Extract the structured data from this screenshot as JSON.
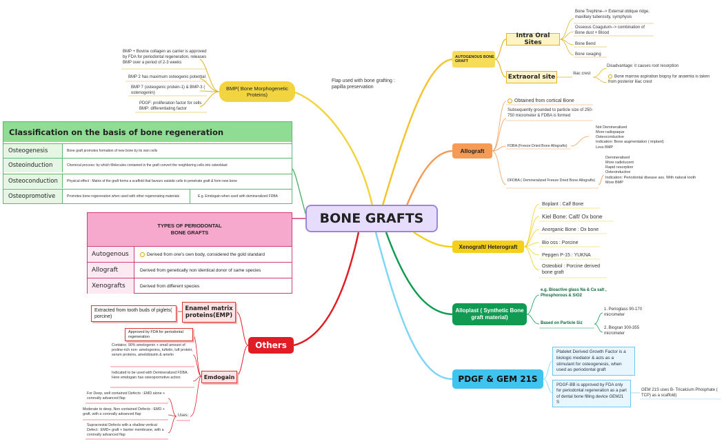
{
  "center": "BONE GRAFTS",
  "flap_note": "Flap used with bone grafting : papilla preservation",
  "bmp": {
    "title": "BMP( Bone Morphogenetic Proteins)",
    "items": [
      "BMP + Bovine collagen as carrier is approved by FDA for periodontal regeneration, releases BMP over a period of 2-3 weeks",
      "BMP 2 has maximum osteogenic potential",
      "BMP 7 (osteogenic protein-1) & BMP-3 ( ostenogenin)",
      "PDGF: proliferation factor for cells BMP: differentiating factor"
    ]
  },
  "classification": {
    "title": "Classification on the basis of bone regeneration",
    "rows": [
      {
        "label": "Osteogenesis",
        "desc": "Bone graft promotes formation of new bone by its own cells"
      },
      {
        "label": "Osteoinduction",
        "desc": "Chemical process: by which Molecules contained in the graft convert the neighboring cells into osteoblast"
      },
      {
        "label": "Osteoconduction",
        "desc": "Physical effect : Matrix of the graft forms a scaffold that favours outside cells to penetrate graft & form new bone"
      },
      {
        "label": "Osteopromotive",
        "desc": "Promotes bone regeneration when used with other regenerating materials",
        "extra": "E.g. Emdogain when used with demineralized FDBA"
      }
    ]
  },
  "types": {
    "title": "TYPES OF PERIODONTAL BONE GRAFTS",
    "rows": [
      {
        "label": "Autogenous",
        "desc": "Derived from one's own body, considered the gold standard"
      },
      {
        "label": "Allograft",
        "desc": "Derived from genetically non identical donor of same species"
      },
      {
        "label": "Xenografts",
        "desc": "Derived from different species"
      }
    ]
  },
  "others": {
    "title": "Others",
    "emp": {
      "title": "Enamel matrix proteins(EMP)",
      "note": "Extracted from tooth buds of piglets( porcine)"
    },
    "emdogain": {
      "title": "Emdogain",
      "items": [
        "Approved by FDA for periodontal regeneration",
        "Contains: 90% amelogenin + small amount of proline-rich non- amelogenins, tuftelin, tuft protein, serum proteins, ameloblastin & amelin",
        "Indicated to be used with Demineralized FDBA. Here emdogain has osteopromotive action"
      ],
      "uses_label": "Uses:",
      "uses": [
        "For Deep, well contained Defects : EMD alone + coronally advanced flap",
        "Moderate to deep, Non contained Defects : EMD + graft, with a coronally advanced flap",
        "Supracrestal Defects with a shallow vertical Defect : EMD+ graft + barrier membrane, with a coronally advanced flap"
      ]
    }
  },
  "autogenous": {
    "title": "AUTOGENOUS BONE GRAFT",
    "intra": {
      "title": "Intra Oral Sites",
      "items": [
        "Bone Trephine--> External oblique ridge, maxillary tuberosity, symphysis",
        "Osseous Coagulum--> combination of Bone dust + Blood",
        "Bone Bend",
        "Bone swaging"
      ]
    },
    "extra": {
      "title": "Extraoral site",
      "label": "Iliac crest",
      "items": [
        "Disadvantage: it causes root resorption",
        "Bone marrow aspiration biopsy for anaemia is taken from posterior iliac crest"
      ]
    }
  },
  "allograft": {
    "title": "Allograft",
    "obtained": "Obtained from cortical Bone",
    "ground": "Subsequently grounded to particle size of 250-750 micrometer & FDBA is formed",
    "fdba": {
      "label": "FDBA (Freeze Dried Bone Allografts)",
      "props": [
        "Not Demineralised",
        "More radiopaque",
        "Osteoconductive",
        "Indication: Bone augmentation ( implant)",
        "Less BMP"
      ]
    },
    "dfdba": {
      "label": "DFDBA ( Demineralized Freeze Dried Bone Allografts)",
      "props": [
        "Demineralised",
        "More radiolucent",
        "Rapid resorption",
        "Osteoinductive",
        "Indication: Periodontal disease ass. With natural tooth",
        "More BMP"
      ]
    }
  },
  "xenograft": {
    "title": "Xenograft/ Heterograft",
    "items": [
      "Boplant : Calf Bone",
      "Kiel Bone: Calf/ Ox bone",
      "Anorganic Bone : Ox bone",
      "Bio oss : Porcine",
      "Pepgen P-15 : YUKNA",
      "Osteobiol : Porcine derived bone graft"
    ]
  },
  "alloplast": {
    "title": "Alloplast ( Synthetic Bone graft material)",
    "example": "e.g. Bioactive glass Na & Ca salt , Phosphorous & SiO2",
    "particle_label": "Based on Particle Siz",
    "particles": [
      "1. Perioglass 90-170 micrometer",
      "2. Biogran 300-355 micrometer"
    ]
  },
  "pdgf": {
    "title": "PDGF & GEM 21S",
    "box1": "Platelet Derived Growth Factor is a biologic mediator & acts as a stimulant for osteogenesis, when used as periodontal graft",
    "box2": "PDGF-BB is approved by FDA only for periodontal regeneration as a part of dental bone filling device GEM21 S",
    "note": "GEM 21S uses B- Tricalcium Phosphate ( TCP) as a scaffold)"
  },
  "colors": {
    "bmp": "#f2d440",
    "autogenous": "#f7dc5a",
    "allograft": "#f59b55",
    "xenograft": "#f5cf1a",
    "alloplast": "#109a52",
    "pdgf": "#3ec4ee",
    "others": "#e01d24",
    "classification": "#8fdc94",
    "types": "#f6a9cc",
    "center": "#e6dcfb"
  }
}
